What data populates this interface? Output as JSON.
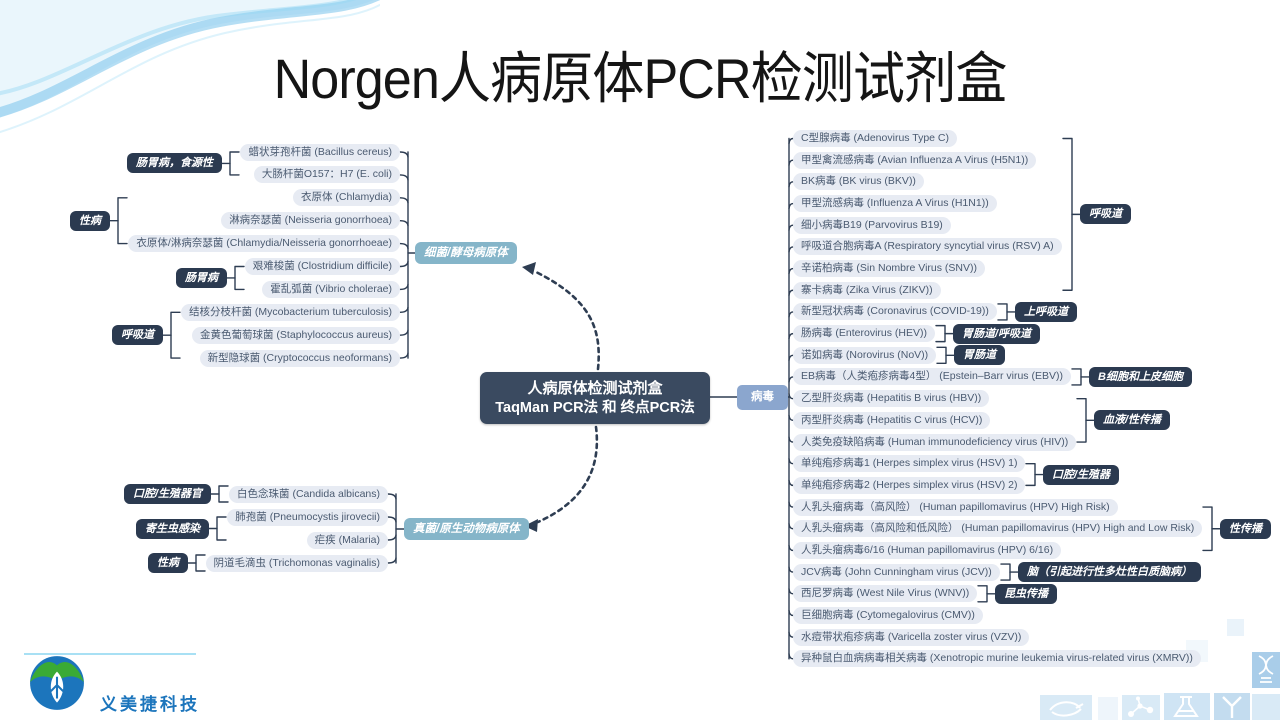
{
  "title": "Norgen人病原体PCR检测试剂盒",
  "center": {
    "line1": "人病原体检测试剂盒",
    "line2": "TaqMan PCR法 和 终点PCR法"
  },
  "branches": {
    "bacteria": {
      "label": "细菌/酵母病原体",
      "groups": [
        {
          "category": "肠胃病，食源性",
          "items": [
            "蜡状芽孢杆菌 (Bacillus cereus)",
            "大肠杆菌O157：H7 (E. coli)"
          ]
        },
        {
          "category": "性病",
          "items": [
            "衣原体 (Chlamydia)",
            "淋病奈瑟菌 (Neisseria gonorrhoea)",
            "衣原体/淋病奈瑟菌 (Chlamydia/Neisseria gonorrhoeae)"
          ]
        },
        {
          "category": "肠胃病",
          "items": [
            "艰难梭菌 (Clostridium difficile)",
            "霍乱弧菌 (Vibrio cholerae)"
          ]
        },
        {
          "category": "呼吸道",
          "items": [
            "结核分枝杆菌 (Mycobacterium tuberculosis)",
            "金黄色葡萄球菌 (Staphylococcus aureus)",
            "新型隐球菌 (Cryptococcus neoformans)"
          ]
        }
      ]
    },
    "fungi": {
      "label": "真菌/原生动物病原体",
      "groups": [
        {
          "category": "口腔/生殖器官",
          "items": [
            "白色念珠菌 (Candida albicans)"
          ]
        },
        {
          "category": "寄生虫感染",
          "items": [
            "肺孢菌 (Pneumocystis jirovecii)",
            "疟疾 (Malaria)"
          ]
        },
        {
          "category": "性病",
          "items": [
            "阴道毛滴虫 (Trichomonas vaginalis)"
          ]
        }
      ]
    },
    "virus": {
      "label": "病毒",
      "groups": [
        {
          "category": "呼吸道",
          "items": [
            "C型腺病毒 (Adenovirus Type C)",
            "甲型禽流感病毒 (Avian Influenza A Virus (H5N1))",
            "BK病毒 (BK virus (BKV))",
            "甲型流感病毒 (Influenza A Virus (H1N1))",
            "细小病毒B19 (Parvovirus B19)",
            "呼吸道合胞病毒A (Respiratory syncytial virus (RSV) A)",
            "辛诺柏病毒 (Sin Nombre Virus (SNV))",
            "寨卡病毒 (Zika Virus (ZIKV))"
          ]
        },
        {
          "category": "上呼吸道",
          "items": [
            "新型冠状病毒 (Coronavirus (COVID-19))"
          ]
        },
        {
          "category": "胃肠道/呼吸道",
          "items": [
            "肠病毒 (Enterovirus (HEV))"
          ]
        },
        {
          "category": "胃肠道",
          "items": [
            "诺如病毒 (Norovirus (NoV))"
          ]
        },
        {
          "category": "B细胞和上皮细胞",
          "items": [
            "EB病毒（人类疱疹病毒4型） (Epstein–Barr virus (EBV))"
          ]
        },
        {
          "category": "血液/性传播",
          "items": [
            "乙型肝炎病毒 (Hepatitis B virus (HBV))",
            "丙型肝炎病毒 (Hepatitis C virus (HCV))",
            "人类免疫缺陷病毒 (Human immunodeficiency virus (HIV))"
          ]
        },
        {
          "category": "口腔/生殖器",
          "items": [
            "单纯疱疹病毒1 (Herpes simplex virus (HSV) 1)",
            "单纯疱疹病毒2 (Herpes simplex virus (HSV) 2)"
          ]
        },
        {
          "category": "性传播",
          "items": [
            "人乳头瘤病毒（高风险） (Human papillomavirus (HPV) High Risk)",
            "人乳头瘤病毒（高风险和低风险） (Human papillomavirus (HPV) High and Low Risk)",
            "人乳头瘤病毒6/16 (Human papillomavirus (HPV) 6/16)"
          ]
        },
        {
          "category": "脑（引起进行性多灶性白质脑病）",
          "items": [
            "JCV病毒 (John Cunningham virus (JCV))"
          ]
        },
        {
          "category": "昆虫传播",
          "items": [
            "西尼罗病毒 (West Nile Virus (WNV))"
          ]
        },
        {
          "category": null,
          "items": [
            "巨细胞病毒 (Cytomegalovirus (CMV))",
            "水痘带状疱疹病毒 (Varicella zoster virus (VZV))",
            "异种鼠白血病病毒相关病毒 (Xenotropic murine leukemia virus-related virus (XMRV))"
          ]
        }
      ]
    }
  },
  "footer": {
    "company": "义美捷科技"
  },
  "colors": {
    "category_bg": "#2b3a50",
    "leaf_bg": "#e7ebf3",
    "leaf_text": "#4a5a70",
    "branch_teal": "#85b5c9",
    "virus_node_bg": "#8ba6ce",
    "central_bg": "#3a4a60",
    "line": "#2e3d52",
    "logo_blue": "#1c75bc",
    "logo_green": "#3aaa35",
    "wave_blue": "#8fd4f0",
    "tile_blue": "#cfe4f4"
  }
}
